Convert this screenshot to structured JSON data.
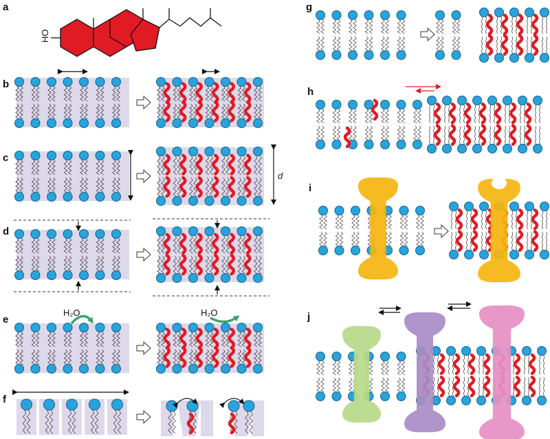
{
  "panels": {
    "a": {
      "label": "a",
      "hydroxyl": "HO"
    },
    "b": {
      "label": "b"
    },
    "c": {
      "label": "c",
      "thickness_symbol": "d"
    },
    "d": {
      "label": "d"
    },
    "e": {
      "label": "e",
      "water_left": "H₂O",
      "water_right": "H₂O"
    },
    "f": {
      "label": "f"
    },
    "g": {
      "label": "g"
    },
    "h": {
      "label": "h"
    },
    "i": {
      "label": "i"
    },
    "j": {
      "label": "j"
    }
  },
  "colors": {
    "headgroup": "#29a3db",
    "headgroup_stroke": "#14628a",
    "sterol": "#e01b24",
    "membrane_bg": "#ddd8ea",
    "protein_orange": "#f5b50f",
    "protein_green": "#b7d98a",
    "protein_purple": "#a88cc4",
    "protein_pink": "#e58fc4",
    "water_arrow": "#3aa36a",
    "flux_arrow": "#e01b24"
  }
}
